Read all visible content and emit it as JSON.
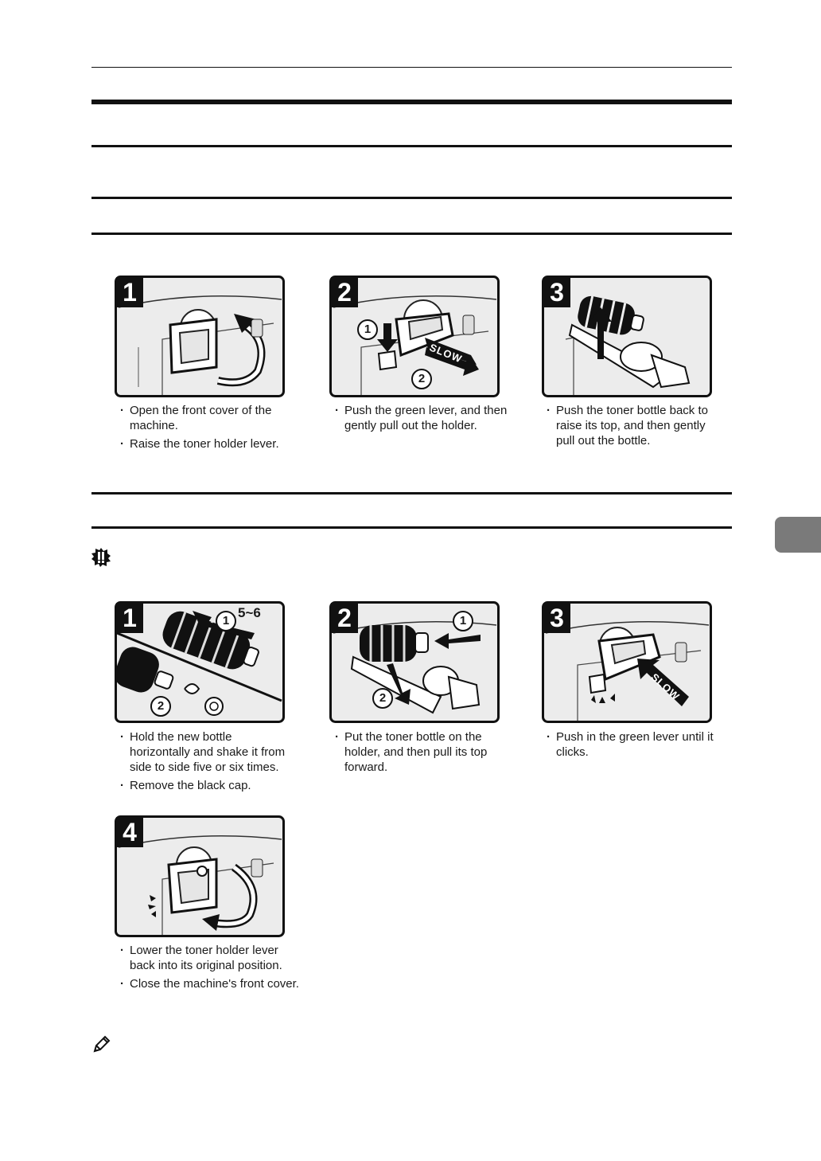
{
  "section_remove": {
    "steps": [
      {
        "number": "1",
        "bullets": [
          "Open the front cover of the machine.",
          "Raise the toner holder lever."
        ]
      },
      {
        "number": "2",
        "bullets": [
          "Push the green lever, and then gently pull out the holder."
        ],
        "illustration_text": {
          "marker_1": "1",
          "marker_2": "2",
          "slow": "SLOW"
        }
      },
      {
        "number": "3",
        "bullets": [
          "Push the toner bottle back to raise its top, and then gently pull out the bottle."
        ]
      }
    ]
  },
  "section_insert": {
    "important_icon": "important-icon",
    "steps": [
      {
        "number": "1",
        "bullets": [
          "Hold the new bottle horizontally and shake it from side to side five or six times.",
          "Remove the black cap."
        ],
        "illustration_text": {
          "marker_1": "1",
          "marker_2": "2",
          "shake_count": "5~6"
        }
      },
      {
        "number": "2",
        "bullets": [
          "Put the toner bottle on the holder, and then pull its top forward."
        ],
        "illustration_text": {
          "marker_1": "1",
          "marker_2": "2"
        }
      },
      {
        "number": "3",
        "bullets": [
          "Push in the green lever until it clicks."
        ],
        "illustration_text": {
          "slow": "SLOW"
        }
      },
      {
        "number": "4",
        "bullets": [
          "Lower the toner holder lever back into its original position.",
          "Close the machine's front cover."
        ]
      }
    ]
  },
  "note_icon": "pencil-note-icon"
}
